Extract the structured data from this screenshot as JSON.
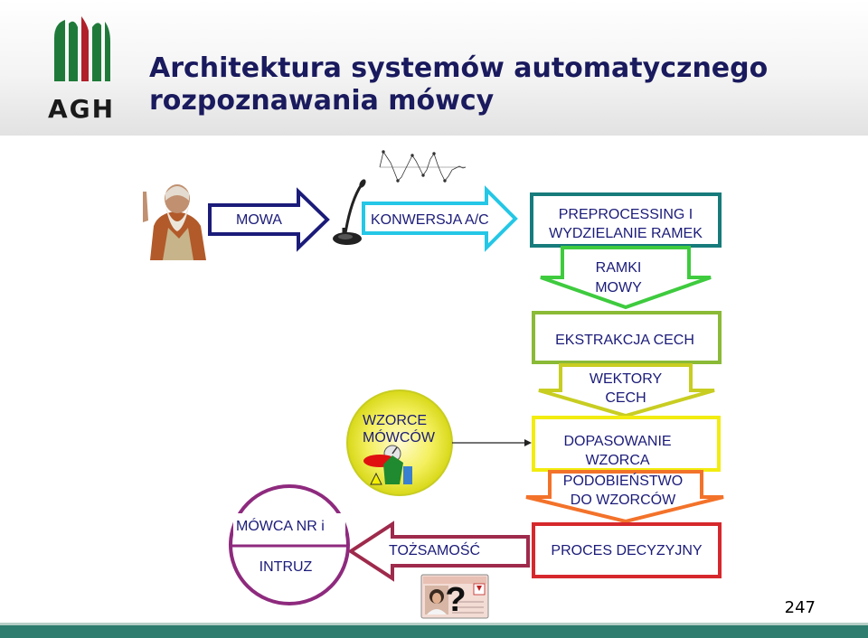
{
  "header": {
    "logo_text": "AGH",
    "title_line1": "Architektura systemów automatycznego",
    "title_line2": "rozpoznawania mówcy"
  },
  "diagram": {
    "mowa": "MOWA",
    "konwersja": "KONWERSJA A/C",
    "preprocessing_line1": "PREPROCESSING I",
    "preprocessing_line2": "WYDZIELANIE RAMEK",
    "ramki_line1": "RAMKI",
    "ramki_line2": "MOWY",
    "ekstrakcja": "EKSTRAKCJA CECH",
    "wektory_line1": "WEKTORY",
    "wektory_line2": "CECH",
    "wzorce_line1": "WZORCE",
    "wzorce_line2": "MÓWCÓW",
    "dopasowanie_line1": "DOPASOWANIE",
    "dopasowanie_line2": "WZORCA",
    "podobienstwo_line1": "PODOBIEŃSTWO",
    "podobienstwo_line2": "DO WZORCÓW",
    "proces": "PROCES DECYZYJNY",
    "tozsamosc": "TOŻSAMOŚĆ",
    "mowca": "MÓWCA NR i",
    "intruz": "INTRUZ",
    "question_mark": "?"
  },
  "page_number": "247",
  "colors": {
    "title": "#1a1a5e",
    "navy": "#1b1b7a",
    "cyan": "#25c7e6",
    "teal": "#177b7b",
    "green": "#3ecb3e",
    "olive_green": "#8aba36",
    "yellow_green": "#c8cd21",
    "yellow": "#f2ec10",
    "orange": "#f3722a",
    "red": "#d6282c",
    "maroon": "#9e2a4c",
    "purple": "#8e2a7e",
    "logo_green": "#1f7a3a",
    "logo_red": "#b0202a",
    "footer": "#2e7d6e"
  }
}
